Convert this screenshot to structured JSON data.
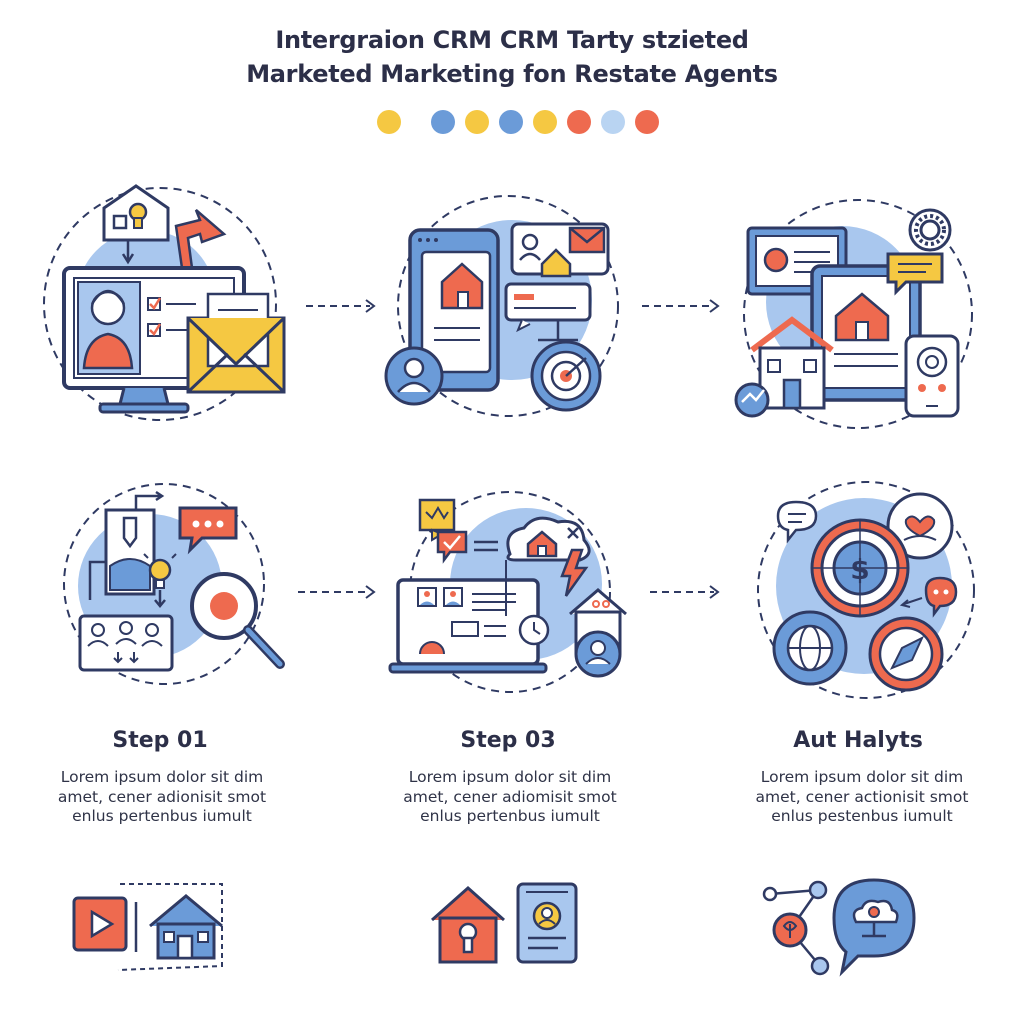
{
  "header": {
    "title_line1": "Intergraion CRM CRM Tarty stzieted",
    "title_line2": "Marketed Marketing fon Restate Agents",
    "dot_colors": [
      "#f5c842",
      "#6b9bd8",
      "#f5c842",
      "#6b9bd8",
      "#f5c842",
      "#ee6a4f",
      "#b9d4f2",
      "#ee6a4f"
    ]
  },
  "colors": {
    "outline": "#2f3a63",
    "blue": "#6b9bd8",
    "light_blue": "#a9c7ee",
    "yellow": "#f5c842",
    "orange": "#ee6a4f"
  },
  "steps": [
    {
      "title": "Step 01",
      "body": [
        "Lorem ipsum dolor sit dim",
        "amet, cener adionisit smot",
        "enlus pertenbus iumult"
      ]
    },
    {
      "title": "Step 03",
      "body": [
        "Lorem ipsum dolor sit dim",
        "amet, cener adiomisit smot",
        "enlus pertenbus iumult"
      ]
    },
    {
      "title": "Aut Halyts",
      "body": [
        "Lorem ipsum dolor sit dim",
        "amet, cener actionisit smot",
        "enlus pestenbus iumult"
      ]
    }
  ],
  "icons": {
    "row1": [
      "crm-dashboard-icon",
      "mobile-listing-icon",
      "multi-device-property-icon"
    ],
    "row2": [
      "lead-capture-icon",
      "automation-board-icon",
      "analytics-target-icon"
    ],
    "footer": [
      "video-house-icon",
      "house-lock-icon",
      "agent-card-icon",
      "cloud-network-icon"
    ]
  }
}
